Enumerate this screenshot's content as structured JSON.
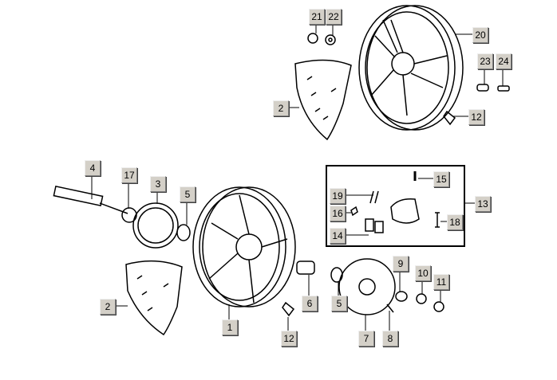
{
  "title": "Rear/front wheel exploded parts diagram",
  "callouts": [
    {
      "id": "c21",
      "num": "21"
    },
    {
      "id": "c22",
      "num": "22"
    },
    {
      "id": "c20",
      "num": "20"
    },
    {
      "id": "c23",
      "num": "23"
    },
    {
      "id": "c24",
      "num": "24"
    },
    {
      "id": "c2a",
      "num": "2"
    },
    {
      "id": "c12a",
      "num": "12"
    },
    {
      "id": "c4",
      "num": "4"
    },
    {
      "id": "c17",
      "num": "17"
    },
    {
      "id": "c3",
      "num": "3"
    },
    {
      "id": "c5a",
      "num": "5"
    },
    {
      "id": "c15",
      "num": "15"
    },
    {
      "id": "c13",
      "num": "13"
    },
    {
      "id": "c19",
      "num": "19"
    },
    {
      "id": "c16",
      "num": "16"
    },
    {
      "id": "c18",
      "num": "18"
    },
    {
      "id": "c14",
      "num": "14"
    },
    {
      "id": "c2b",
      "num": "2"
    },
    {
      "id": "c1",
      "num": "1"
    },
    {
      "id": "c6",
      "num": "6"
    },
    {
      "id": "c5b",
      "num": "5"
    },
    {
      "id": "c9",
      "num": "9"
    },
    {
      "id": "c10",
      "num": "10"
    },
    {
      "id": "c11",
      "num": "11"
    },
    {
      "id": "c12b",
      "num": "12"
    },
    {
      "id": "c7",
      "num": "7"
    },
    {
      "id": "c8",
      "num": "8"
    }
  ]
}
